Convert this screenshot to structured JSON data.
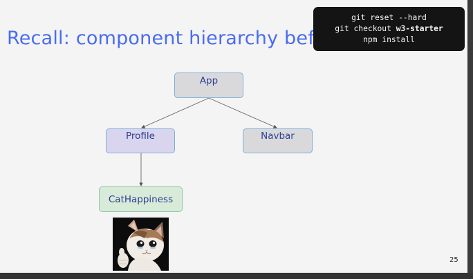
{
  "slide": {
    "title": "Recall: component hierarchy before",
    "title_color": "#4a6cf0",
    "page_number": "25"
  },
  "code_box": {
    "lines": [
      {
        "plain": "git reset --hard",
        "bold": ""
      },
      {
        "plain": "git checkout ",
        "bold": "w3-starter"
      },
      {
        "plain": "npm install",
        "bold": ""
      }
    ]
  },
  "diagram": {
    "nodes": {
      "app": "App",
      "profile": "Profile",
      "navbar": "Navbar",
      "cat_happiness": "CatHappiness"
    },
    "edges": [
      {
        "from": "App",
        "to": "Profile"
      },
      {
        "from": "App",
        "to": "Navbar"
      },
      {
        "from": "Profile",
        "to": "CatHappiness"
      }
    ],
    "colors": {
      "app_fill": "#d9d9dc",
      "profile_fill": "#d9d5ee",
      "navbar_fill": "#d9d9dc",
      "cat_fill": "#d8ebd9",
      "text": "#2d3f91"
    }
  },
  "image": {
    "subject": "crying-cat-thumbs-up"
  }
}
